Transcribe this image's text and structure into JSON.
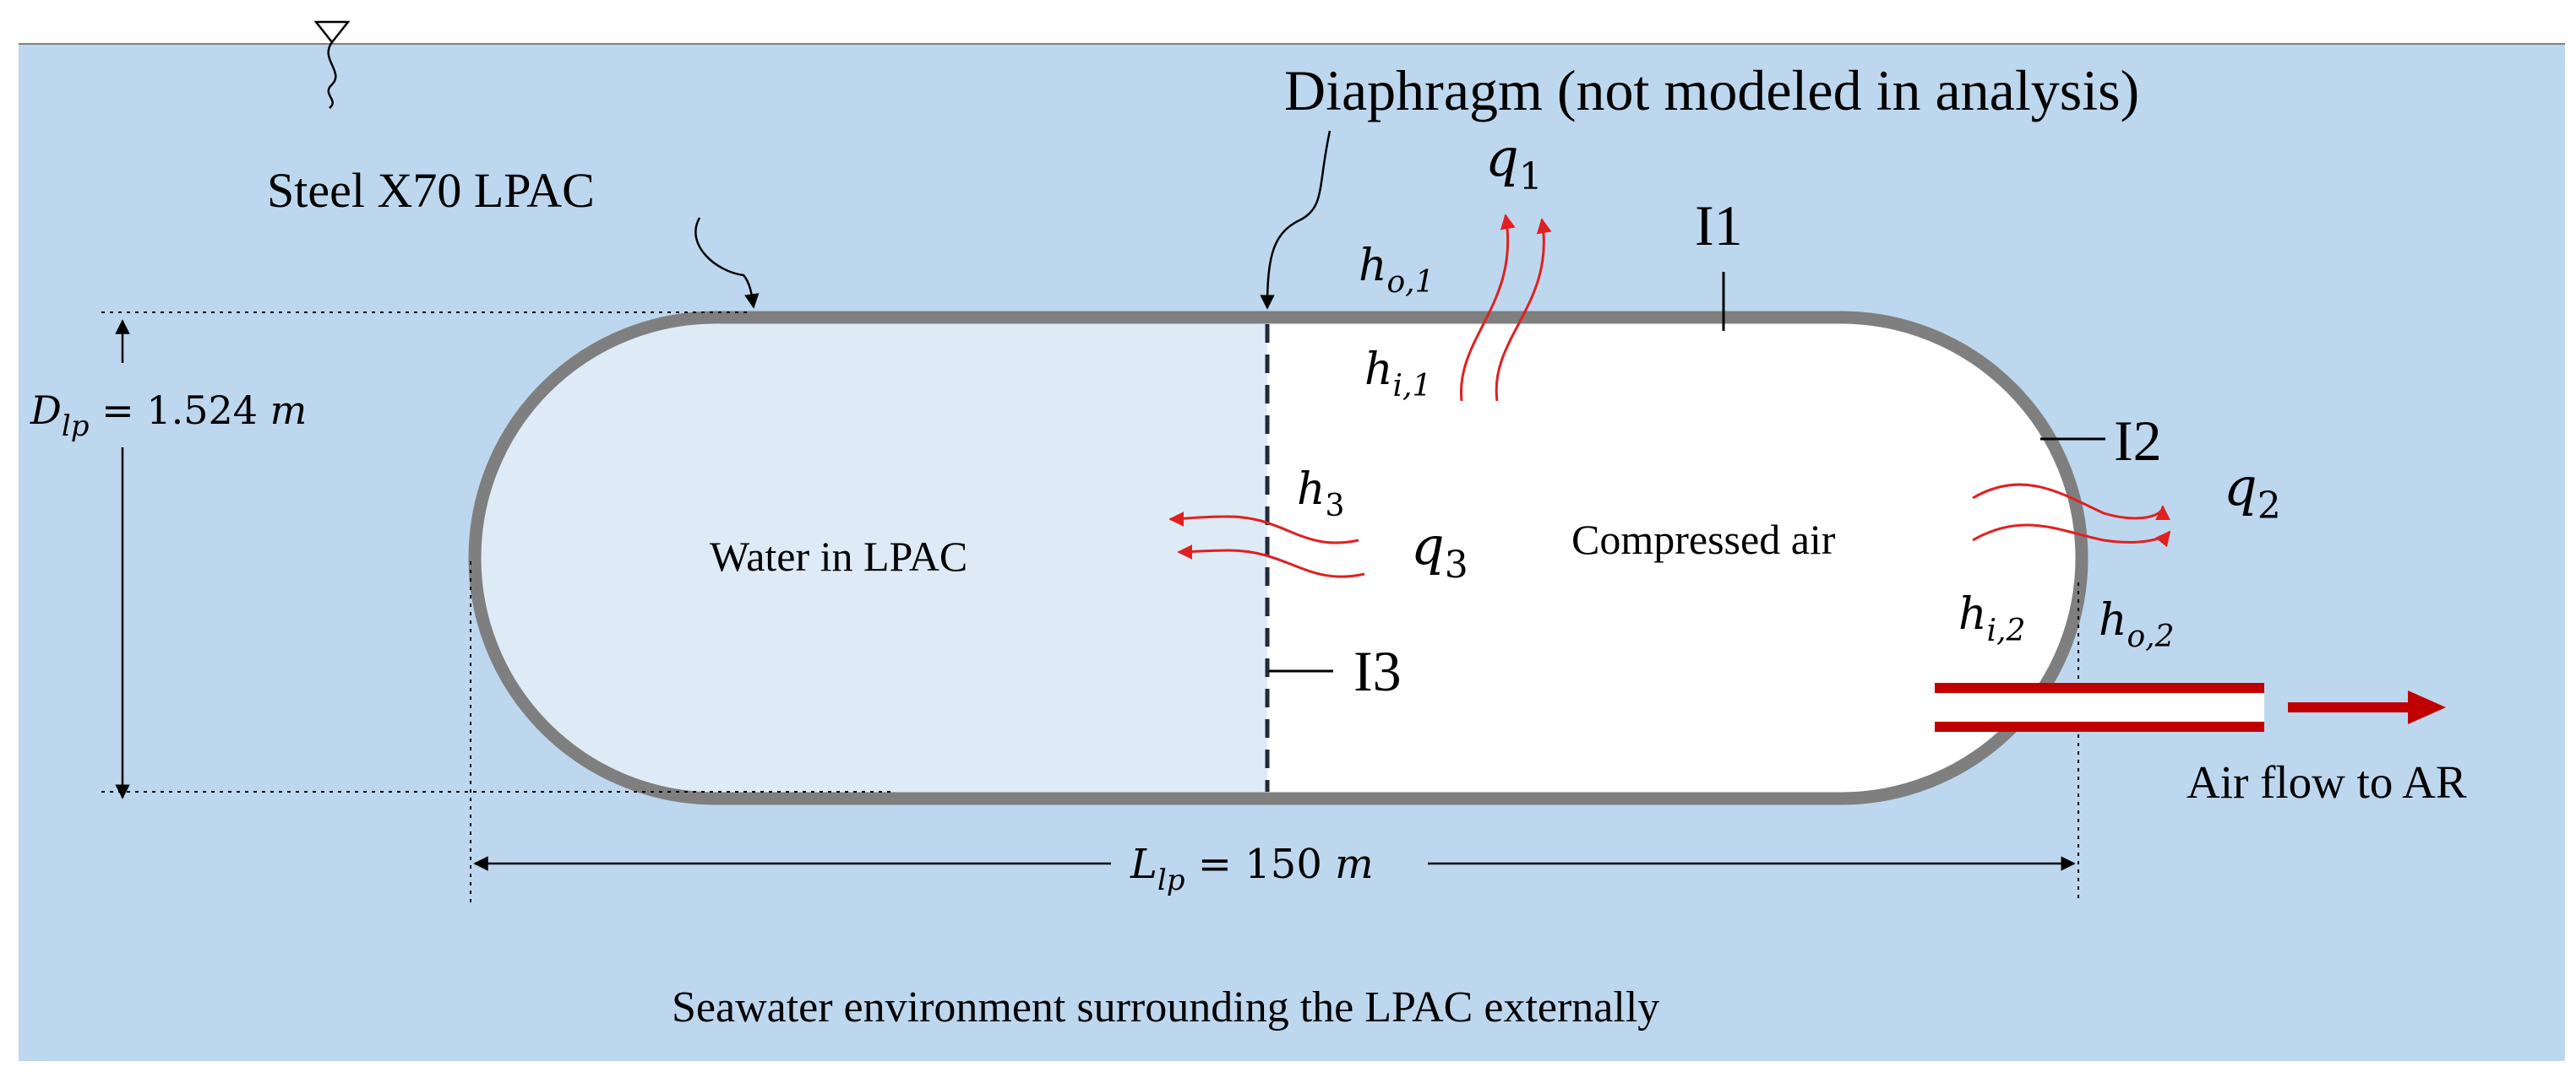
{
  "colors": {
    "seawater": "#bdd7ee",
    "water_in_lpac": "#deebf7",
    "compressed_air": "#ffffff",
    "pipe_wall": "#7f7f7f",
    "heat_flux": "#e02020",
    "air_flow": "#c00000",
    "ink": "#000000"
  },
  "labels": {
    "diaphragm": "Diaphragm (not modeled in analysis)",
    "steel": "Steel X70 LPAC",
    "water": "Water in LPAC",
    "air": "Compressed air",
    "air_flow": "Air flow to AR",
    "environment": "Seawater environment surrounding the LPAC externally",
    "i1": "I1",
    "i2": "I2",
    "i3": "I3"
  },
  "dimensions": {
    "diameter": {
      "symbol": "D",
      "sub": "lp",
      "eq": " = 1.524 ",
      "unit": "m"
    },
    "length": {
      "symbol": "L",
      "sub": "lp",
      "eq": " = 150 ",
      "unit": "m"
    }
  },
  "heat_symbols": {
    "q1": {
      "symbol": "q",
      "sub": "1"
    },
    "q2": {
      "symbol": "q",
      "sub": "2"
    },
    "q3": {
      "symbol": "q",
      "sub": "3"
    },
    "ho1": {
      "symbol": "h",
      "sub": "o,1"
    },
    "hi1": {
      "symbol": "h",
      "sub": "i,1"
    },
    "h3": {
      "symbol": "h",
      "sub": "3"
    },
    "hi2": {
      "symbol": "h",
      "sub": "i,2"
    },
    "ho2": {
      "symbol": "h",
      "sub": "o,2"
    }
  },
  "icons": {
    "water_surface": "water-surface-triangle-icon",
    "air_flow_arrow": "arrow-right-icon"
  }
}
